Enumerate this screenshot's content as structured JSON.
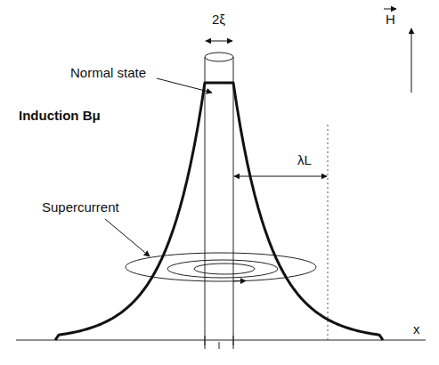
{
  "diagram": {
    "labels": [
      "2ξ",
      "H",
      "Normal state",
      "Induction Bμ",
      "λL",
      "Supercurrent",
      "x"
    ]
  }
}
